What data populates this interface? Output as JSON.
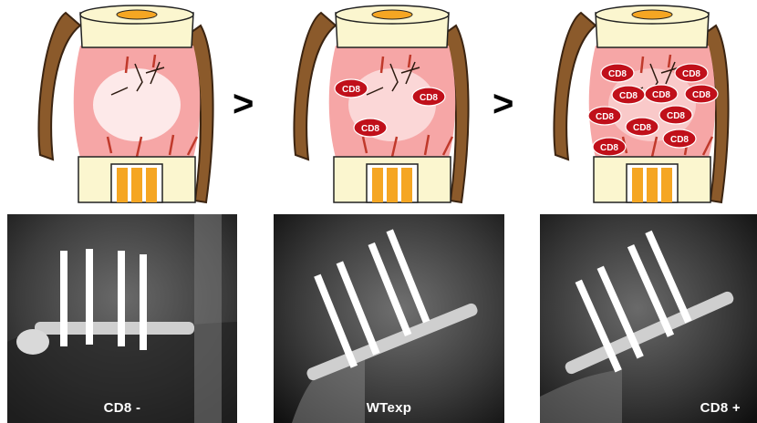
{
  "comparators": [
    ">",
    ">"
  ],
  "cell_label": "CD8",
  "diagrams": [
    {
      "id": "cd8-minus",
      "cd8_cells": 0
    },
    {
      "id": "wtexp",
      "cd8_cells": 3
    },
    {
      "id": "cd8-plus",
      "cd8_cells": 10
    }
  ],
  "xrays": [
    {
      "label": "CD8 -"
    },
    {
      "label": "WTexp"
    },
    {
      "label": "CD8 +"
    }
  ],
  "colors": {
    "cuff": "#fbf6cf",
    "muscle": "#8b5a2b",
    "callus": "#f6a6a6",
    "vessel": "#c0392b",
    "cell": "#c0101a",
    "marrow": "#f5a623"
  }
}
